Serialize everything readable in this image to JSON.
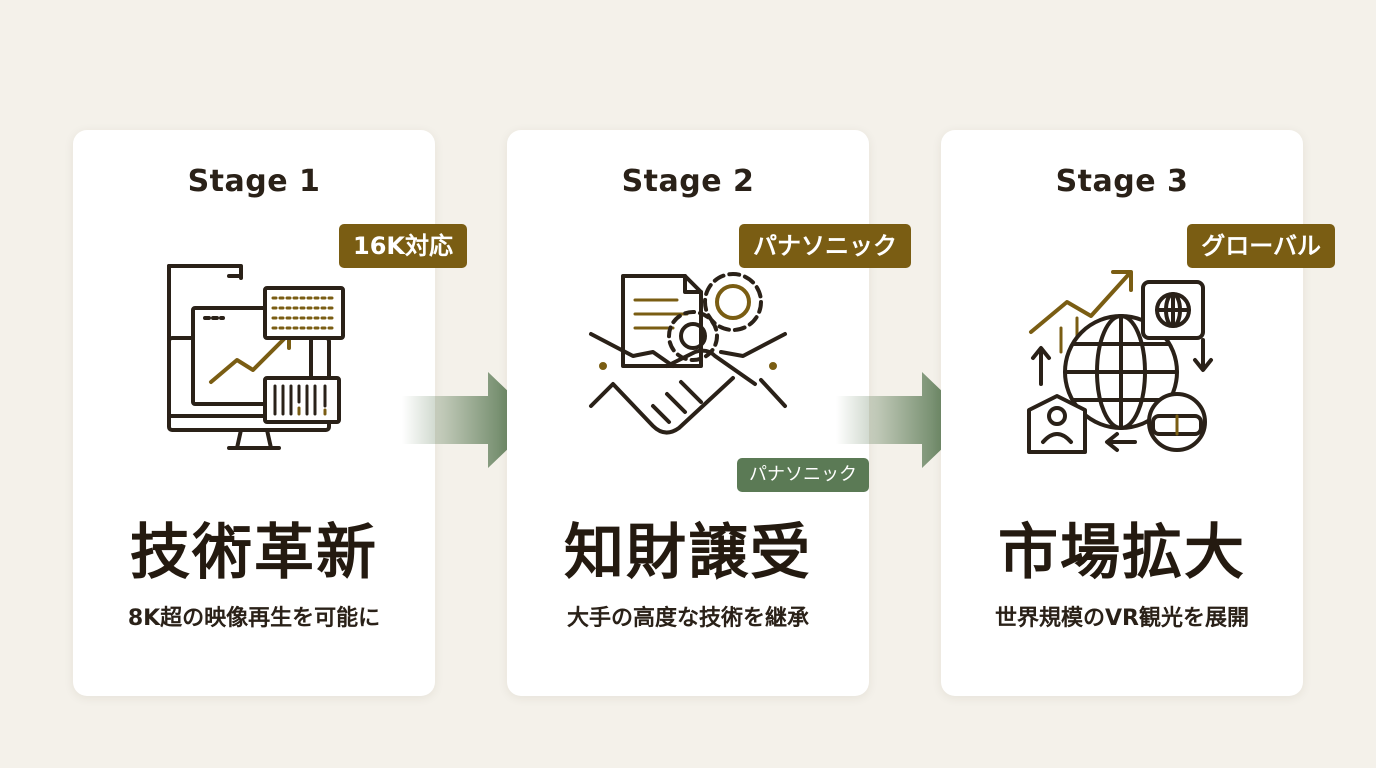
{
  "stages": [
    {
      "label": "Stage 1",
      "tag": "16K対応",
      "headline": "技術革新",
      "subtitle": "8K超の映像再生を可能に",
      "icon": "computer-monitors-growth-chart-icon"
    },
    {
      "label": "Stage 2",
      "tag": "パナソニック",
      "tag_secondary": "パナソニック",
      "headline": "知財譲受",
      "subtitle": "大手の高度な技術を継承",
      "icon": "handshake-document-gears-icon"
    },
    {
      "label": "Stage 3",
      "tag": "グローバル",
      "headline": "市場拡大",
      "subtitle": "世界規模のVR観光を展開",
      "icon": "globe-growth-vr-headset-icon"
    }
  ],
  "colors": {
    "background": "#f4f1ea",
    "card": "#ffffff",
    "gold": "#7a5d13",
    "green": "#5b7a55",
    "ink": "#2a2118"
  }
}
